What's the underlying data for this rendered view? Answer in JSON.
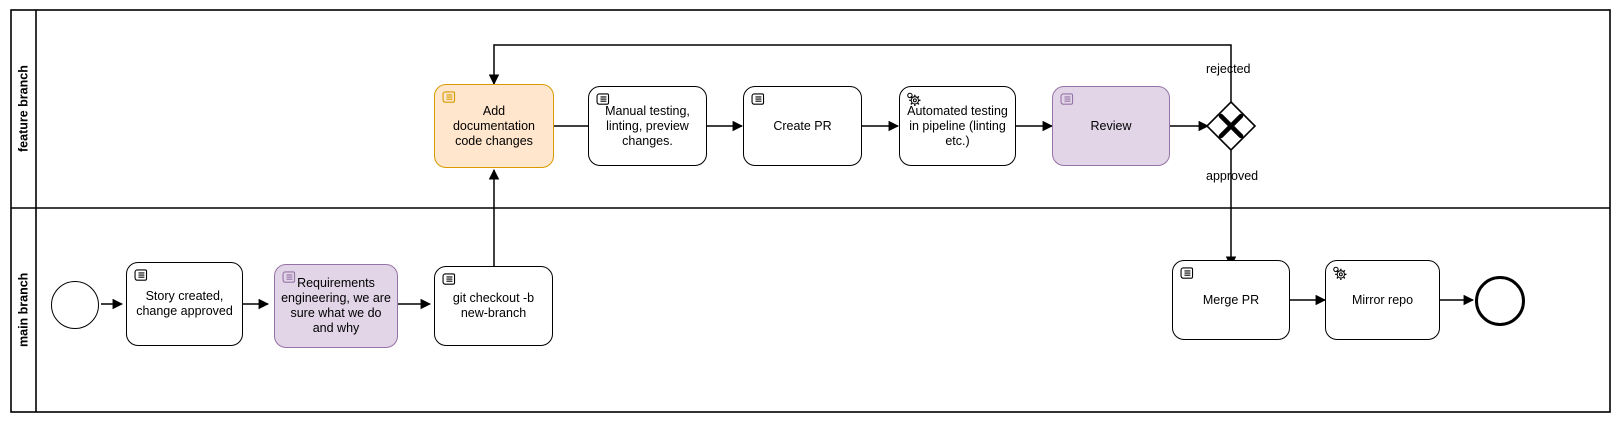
{
  "diagram": {
    "type": "bpmn-process",
    "title": "",
    "pool": {
      "lanes": [
        {
          "id": "feature",
          "label": "feature branch"
        },
        {
          "id": "main",
          "label": "main branch"
        }
      ]
    },
    "colors": {
      "orange_fill": "#ffe6cc",
      "orange_stroke": "#d79b00",
      "purple_fill": "#e1d5e7",
      "purple_stroke": "#9673a6",
      "default_fill": "#ffffff",
      "default_stroke": "#000000",
      "background": "#ffffff"
    },
    "nodes": {
      "start_event": {
        "name": "start-event",
        "kind": "start-event",
        "lane": "main",
        "label": ""
      },
      "story_created": {
        "name": "task-story-created",
        "kind": "manual-task",
        "lane": "main",
        "icon": "manual-task-icon",
        "label": "Story created, change approved",
        "fill": "default"
      },
      "requirements": {
        "name": "task-requirements-engineering",
        "kind": "manual-task",
        "lane": "main",
        "icon": "manual-task-icon",
        "label": "Requirements engineering, we are sure what we do and why",
        "fill": "purple"
      },
      "git_checkout": {
        "name": "task-git-checkout",
        "kind": "manual-task",
        "lane": "main",
        "icon": "manual-task-icon",
        "label": "git checkout -b new-branch",
        "fill": "default"
      },
      "add_docs": {
        "name": "task-add-documentation",
        "kind": "manual-task",
        "lane": "feature",
        "icon": "manual-task-icon",
        "label": "Add documentation code changes",
        "fill": "orange"
      },
      "manual_testing": {
        "name": "task-manual-testing",
        "kind": "manual-task",
        "lane": "feature",
        "icon": "manual-task-icon",
        "label": "Manual testing, linting, preview changes.",
        "fill": "default"
      },
      "create_pr": {
        "name": "task-create-pr",
        "kind": "manual-task",
        "lane": "feature",
        "icon": "manual-task-icon",
        "label": "Create PR",
        "fill": "default"
      },
      "automated_testing": {
        "name": "task-automated-testing",
        "kind": "service-task",
        "lane": "feature",
        "icon": "gear-icon",
        "label": "Automated testing in pipeline (linting etc.)",
        "fill": "default"
      },
      "review": {
        "name": "task-review",
        "kind": "manual-task",
        "lane": "feature",
        "icon": "manual-task-icon",
        "label": "Review",
        "fill": "purple"
      },
      "gateway": {
        "name": "exclusive-gateway",
        "kind": "exclusive-gateway",
        "lane": "feature",
        "marker": "X",
        "label": ""
      },
      "merge_pr": {
        "name": "task-merge-pr",
        "kind": "manual-task",
        "lane": "main",
        "icon": "manual-task-icon",
        "label": "Merge PR",
        "fill": "default"
      },
      "mirror_repo": {
        "name": "task-mirror-repo",
        "kind": "service-task",
        "lane": "main",
        "icon": "gear-icon",
        "label": "Mirror repo",
        "fill": "default"
      },
      "end_event": {
        "name": "end-event",
        "kind": "end-event",
        "lane": "main",
        "label": ""
      }
    },
    "flow_labels": {
      "rejected": "rejected",
      "approved": "approved"
    },
    "flows": [
      {
        "from": "start_event",
        "to": "story_created",
        "label": ""
      },
      {
        "from": "story_created",
        "to": "requirements",
        "label": ""
      },
      {
        "from": "requirements",
        "to": "git_checkout",
        "label": ""
      },
      {
        "from": "git_checkout",
        "to": "add_docs",
        "label": ""
      },
      {
        "from": "add_docs",
        "to": "manual_testing",
        "label": ""
      },
      {
        "from": "manual_testing",
        "to": "create_pr",
        "label": ""
      },
      {
        "from": "create_pr",
        "to": "automated_testing",
        "label": ""
      },
      {
        "from": "automated_testing",
        "to": "review",
        "label": ""
      },
      {
        "from": "review",
        "to": "gateway",
        "label": ""
      },
      {
        "from": "gateway",
        "to": "add_docs",
        "label": "rejected"
      },
      {
        "from": "gateway",
        "to": "merge_pr",
        "label": "approved"
      },
      {
        "from": "merge_pr",
        "to": "mirror_repo",
        "label": ""
      },
      {
        "from": "mirror_repo",
        "to": "end_event",
        "label": ""
      }
    ]
  }
}
